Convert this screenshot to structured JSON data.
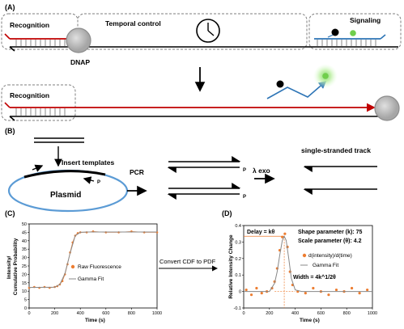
{
  "panel_a": {
    "label": "(A)",
    "recognition_top": "Recognition",
    "temporal_control": "Temporal control",
    "signaling": "Signaling",
    "dnap": "DNAP",
    "recognition_bottom": "Recognition"
  },
  "panel_b": {
    "label": "(B)",
    "insert_templates": "Insert templates",
    "plasmid": "Plasmid",
    "p_marker": "P",
    "pcr": "PCR",
    "lambda_exo": "λ exo",
    "track": "single-stranded track"
  },
  "panel_c": {
    "label": "(C)",
    "ylabel": "Intensity/\nCumulative Probability",
    "xlabel": "Time (s)",
    "legend_raw": "Raw Fluorescence",
    "legend_fit": "Gamma Fit",
    "arrow_text": "Convert CDF to PDF",
    "chart_data": {
      "type": "line",
      "xlim": [
        0,
        1000
      ],
      "ylim": [
        0,
        50
      ],
      "xticks": [
        0,
        200,
        400,
        600,
        800,
        1000
      ],
      "yticks": [
        0,
        5,
        10,
        15,
        20,
        25,
        30,
        35,
        40,
        45,
        50
      ],
      "series": [
        {
          "name": "Raw Fluorescence",
          "color": "#ed7d31",
          "x": [
            0,
            40,
            80,
            120,
            160,
            200,
            220,
            240,
            260,
            280,
            300,
            320,
            340,
            360,
            380,
            400,
            450,
            500,
            600,
            700,
            800,
            900,
            1000
          ],
          "y": [
            12,
            12.5,
            12,
            12.5,
            12,
            12.5,
            13,
            14,
            16,
            20,
            26,
            33,
            39,
            43,
            44.5,
            45,
            45,
            45.5,
            45,
            45,
            45.5,
            45,
            45
          ]
        },
        {
          "name": "Gamma Fit",
          "color": "#888888",
          "x": [
            0,
            200,
            240,
            280,
            320,
            360,
            400,
            450,
            1000
          ],
          "y": [
            12.2,
            12.4,
            14,
            20.5,
            32.5,
            43,
            45,
            45.2,
            45.2
          ]
        }
      ]
    }
  },
  "panel_d": {
    "label": "(D)",
    "ylabel": "Relative Intensity Change",
    "xlabel": "Time (s)",
    "delay": "Delay = kθ",
    "shape": "Shape parameter (k): 75",
    "scale": "Scale parameter (θ): 4.2",
    "legend_raw": "d(intensity)/d(time)",
    "legend_fit": "Gamma Fit",
    "width": "Width = 4k^1/2θ",
    "chart_data": {
      "type": "scatter",
      "xlim": [
        0,
        1000
      ],
      "ylim": [
        -0.1,
        0.4
      ],
      "xticks": [
        0,
        200,
        400,
        600,
        800,
        1000
      ],
      "yticks": [
        -0.1,
        0,
        0.1,
        0.2,
        0.3,
        0.4
      ],
      "delay_x": 315,
      "series": [
        {
          "name": "d(intensity)/d(time)",
          "color": "#ed7d31",
          "x": [
            20,
            60,
            100,
            140,
            180,
            220,
            240,
            260,
            280,
            300,
            320,
            340,
            360,
            380,
            420,
            480,
            540,
            600,
            660,
            720,
            780,
            840,
            900,
            960
          ],
          "y": [
            0.01,
            -0.02,
            0.02,
            -0.01,
            0.0,
            0.02,
            0.06,
            0.14,
            0.25,
            0.33,
            0.35,
            0.27,
            0.12,
            0.04,
            0.0,
            -0.01,
            0.02,
            0.0,
            -0.02,
            0.01,
            0.0,
            0.02,
            -0.01,
            0.01
          ]
        },
        {
          "name": "Gamma Fit",
          "color": "#888888",
          "x": [
            0,
            200,
            240,
            260,
            280,
            300,
            315,
            330,
            350,
            370,
            400,
            450,
            1000
          ],
          "y": [
            0,
            0.0,
            0.05,
            0.12,
            0.22,
            0.31,
            0.335,
            0.31,
            0.2,
            0.08,
            0.01,
            0.0,
            0.0
          ]
        }
      ]
    }
  }
}
